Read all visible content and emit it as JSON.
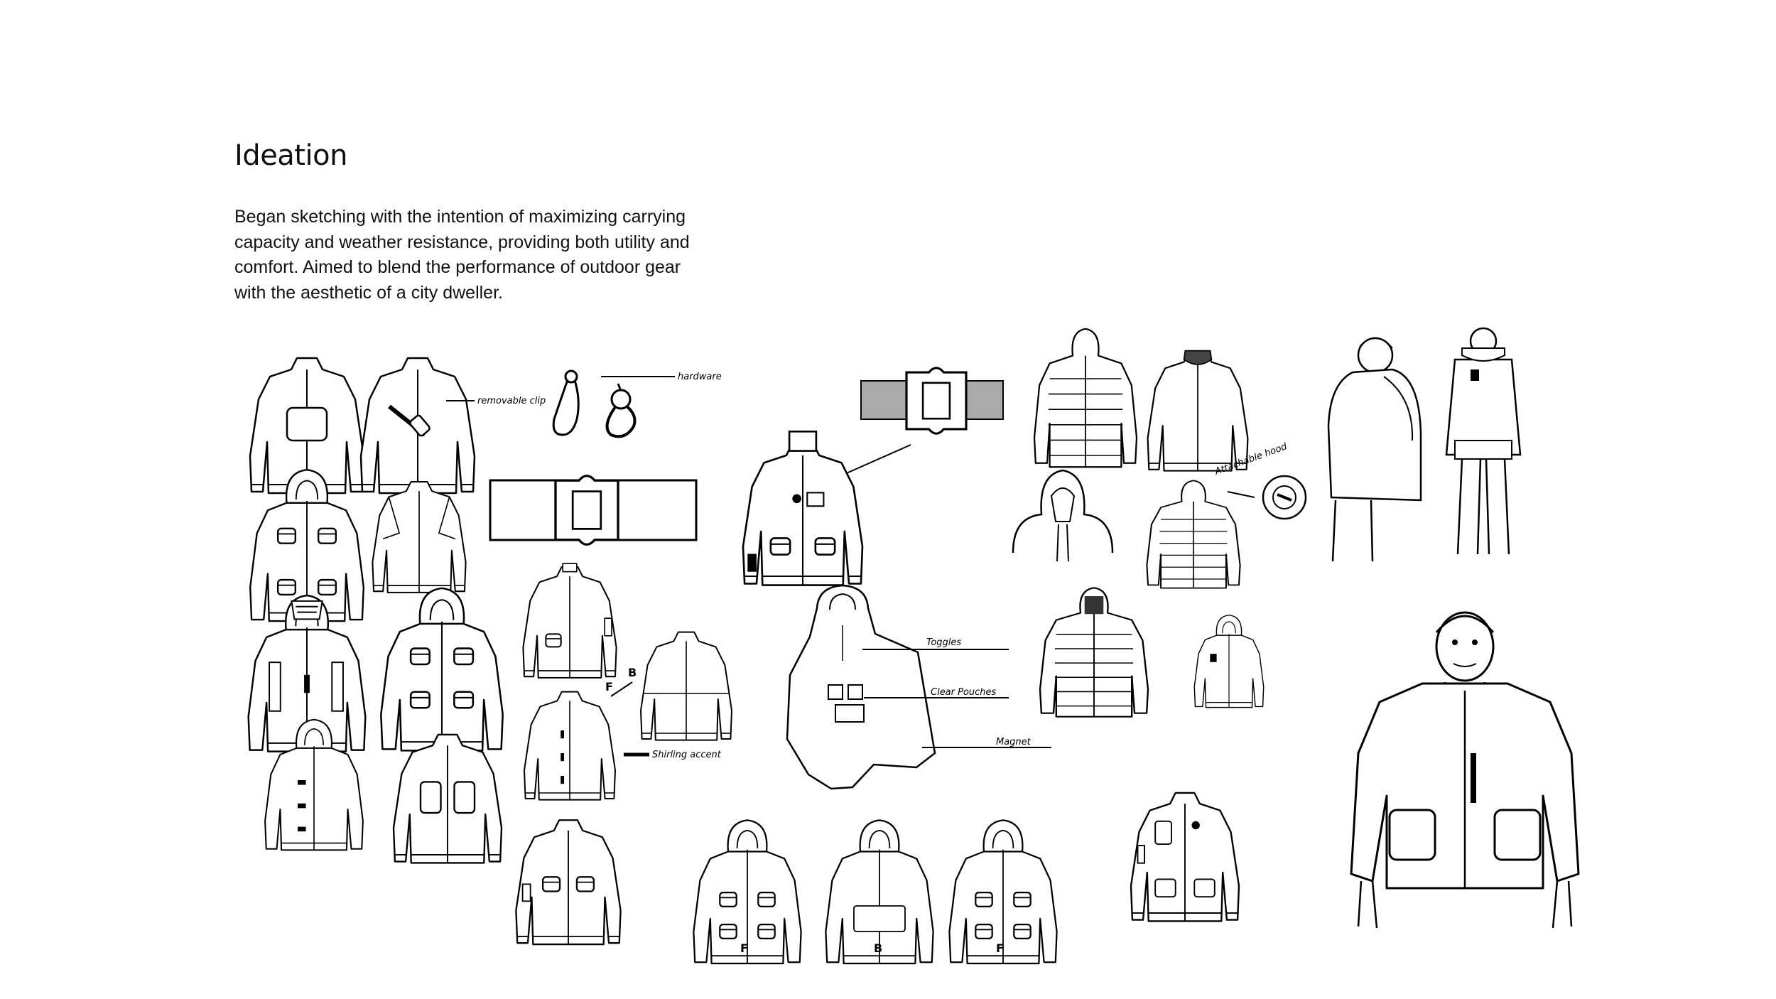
{
  "title": "Ideation",
  "intro": [
    "Began sketching with the intention of maximizing carrying",
    "capacity and weather resistance, providing both utility and",
    "comfort. Aimed to blend the performance of outdoor gear",
    "with the aesthetic of a city dweller."
  ],
  "annotations": {
    "removable_clip": "removable clip",
    "hardware": "hardware",
    "attachable_hood": "Attachable hood",
    "toggles": "Toggles",
    "clear_pouches": "Clear Pouches",
    "magnet": "Magnet",
    "shirling_accent": "Shirling accent",
    "view_f1": "F",
    "view_b": "B",
    "view_f2": "F",
    "arrow_f": "F",
    "arrow_b": "B"
  }
}
